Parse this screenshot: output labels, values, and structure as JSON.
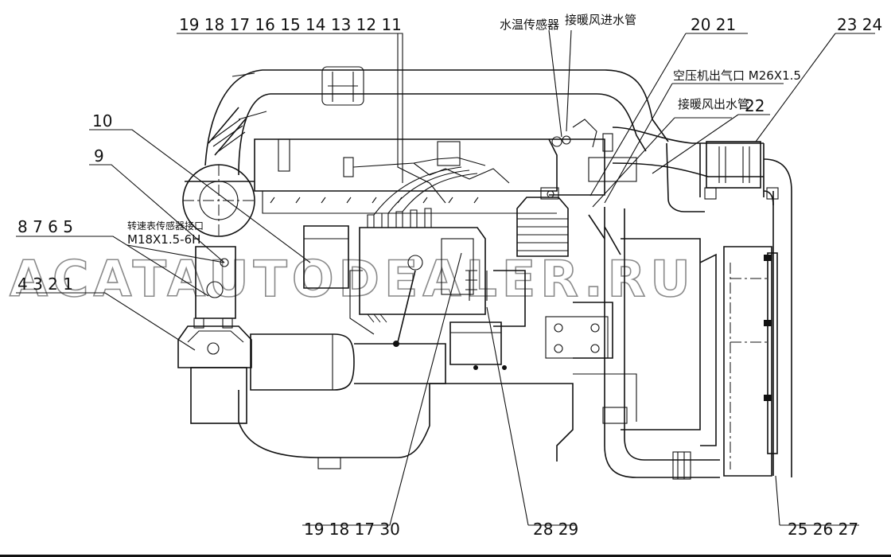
{
  "diagram": {
    "callouts": {
      "top_left_group": "19 18 17 16 15 14 13 12 11",
      "top_mid": "20 21",
      "top_right": "23 24",
      "item_22": "22",
      "item_10": "10",
      "item_9": "9",
      "left_group_upper": "8 7 6 5",
      "left_group_lower": "4 3 2 1",
      "bottom_left": "19 18 17 30",
      "bottom_mid": "28 29",
      "bottom_right": "25 26 27"
    },
    "annotations": {
      "water_temp_sensor": "水温传感器",
      "heater_inlet_pipe": "接暖风进水管",
      "compressor_outlet": "空压机出气口 M26X1.5",
      "heater_outlet_pipe": "接暖风出水管",
      "tach_sensor_port": "转速表传感器接口",
      "tach_sensor_thread": "M18X1.5-6H"
    },
    "watermark": "ACATAUTODEALER.RU"
  }
}
